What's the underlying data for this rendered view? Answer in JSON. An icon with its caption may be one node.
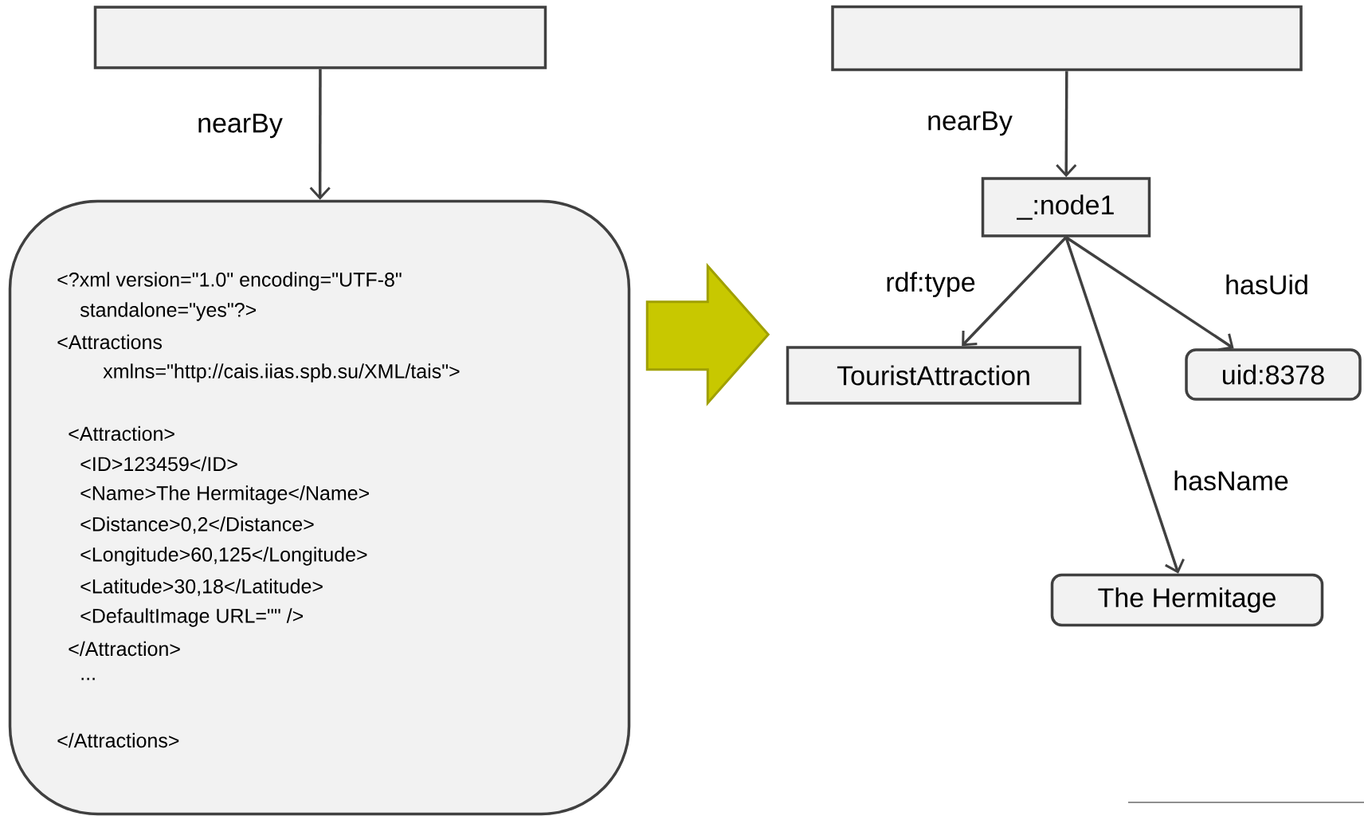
{
  "diagram": {
    "nodes": [
      {
        "text": [],
        "shape": "box"
      },
      {
        "text": [
          "<?xml version=\"1.0\" encoding=\"UTF-8\"",
          "standalone=\"yes\"?>",
          "<Attractions",
          "xmlns=\"http://cais.iias.spb.su/XML/tais\">",
          "<Attraction>",
          "<ID>123459</ID>",
          "<Name>The Hermitage</Name>",
          "<Distance>0,2</Distance>",
          "<Longitude>60,125</Longitude>",
          "<Latitude>30,18</Latitude>",
          "<DefaultImage URL=\"\" />",
          "</Attraction>",
          "...",
          "</Attractions>"
        ]
      },
      {
        "text": [],
        "shape": "box"
      },
      {
        "text": [
          "_:node1"
        ]
      },
      {
        "text": [
          "TouristAttraction"
        ]
      },
      {
        "text": [
          "uid:8378"
        ]
      },
      {
        "text": [
          "The Hermitage"
        ]
      }
    ],
    "edges": [
      {
        "from": 0,
        "to": 1,
        "arrow": "to",
        "label": "nearBy"
      },
      {
        "from": 2,
        "to": 3,
        "arrow": "to",
        "label": "nearBy"
      },
      {
        "from": 3,
        "to": 4,
        "arrow": "to",
        "label": "rdf:type"
      },
      {
        "from": 3,
        "to": 5,
        "arrow": "to",
        "label": "hasUid"
      },
      {
        "from": 3,
        "to": 6,
        "arrow": "to",
        "label": "hasName"
      },
      {
        "from": 1,
        "to": null,
        "arrow": "to",
        "style": "thick",
        "color": "#c8c800"
      }
    ]
  }
}
